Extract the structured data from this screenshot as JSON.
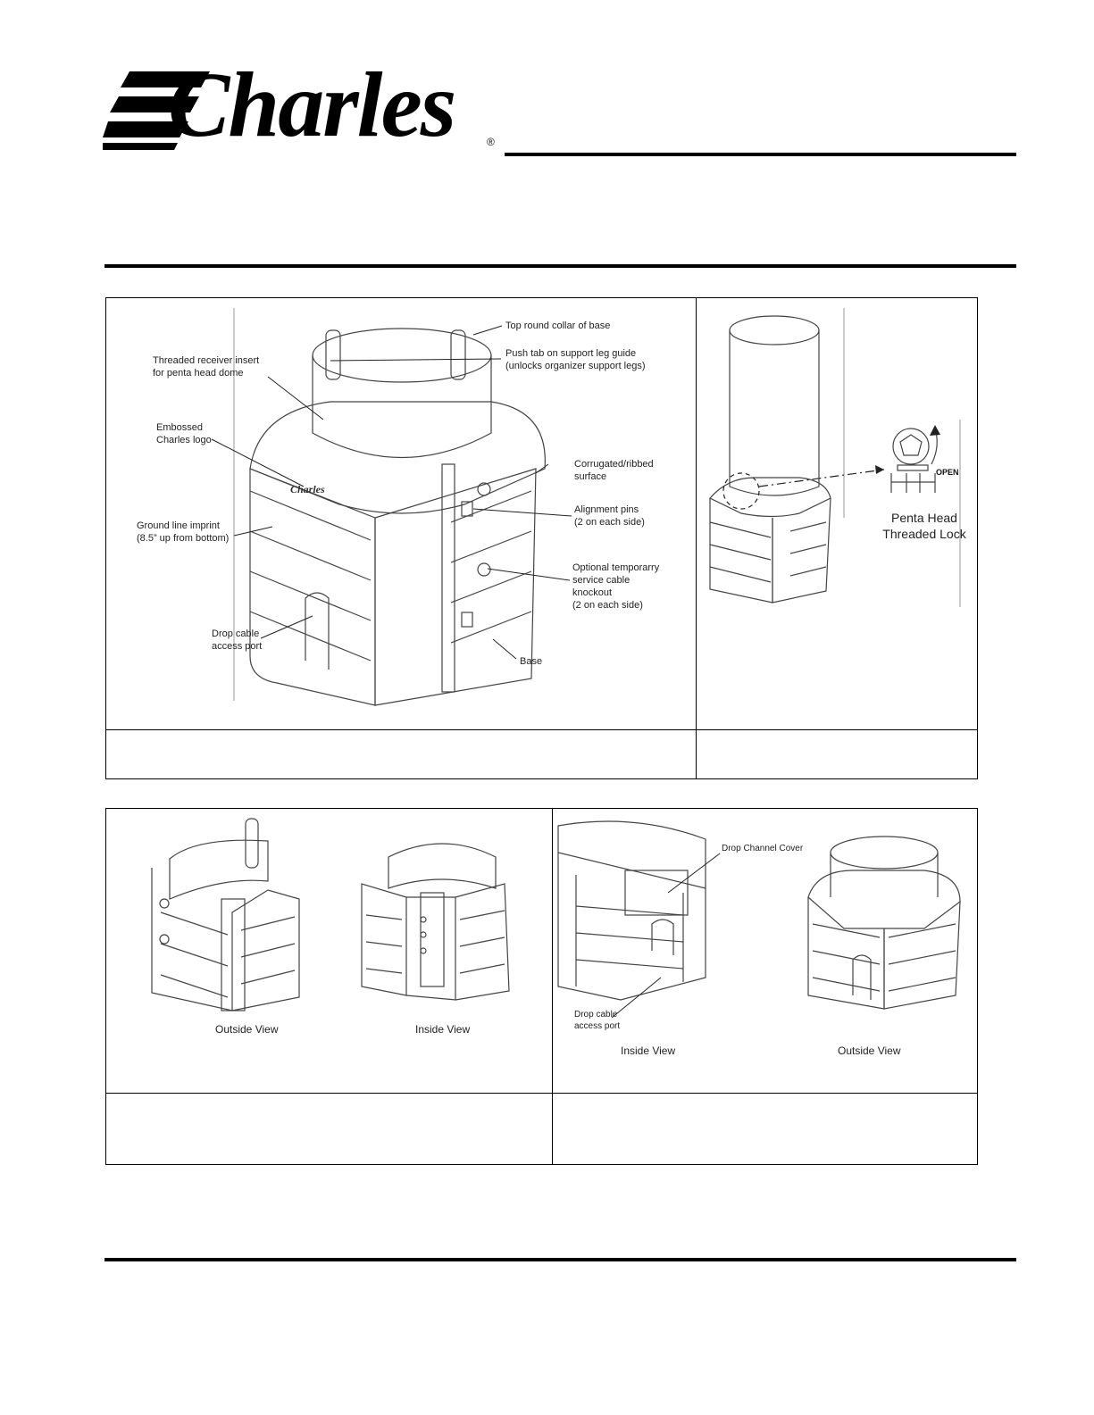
{
  "brand": {
    "logo_text": "Charles",
    "registered_mark": "®"
  },
  "figure1": {
    "callouts": {
      "top_collar": "Top round collar of base",
      "push_tab_1": "Push tab on support leg guide",
      "push_tab_2": "(unlocks organizer support legs)",
      "threaded_1": "Threaded receiver insert",
      "threaded_2": "for penta head dome",
      "embossed_1": "Embossed",
      "embossed_2": "Charles logo",
      "corrugated_1": "Corrugated/ribbed",
      "corrugated_2": "surface",
      "ground_1": "Ground line imprint",
      "ground_2": "(8.5” up from bottom)",
      "alignment_1": "Alignment pins",
      "alignment_2": "(2 on each side)",
      "optional_1": "Optional  temporarry",
      "optional_2": "service cable",
      "optional_3": "knockout",
      "optional_4": "(2 on each side)",
      "drop_1": "Drop cable",
      "drop_2": "access port",
      "base": "Base"
    },
    "side_panel": {
      "penta_1": "Penta Head",
      "penta_2": "Threaded Lock",
      "open_label": "OPEN"
    }
  },
  "figure2": {
    "left_outside": "Outside View",
    "left_inside": "Inside View",
    "drop_channel_cover": "Drop Channel Cover",
    "drop_cable_1": "Drop cable",
    "drop_cable_2": "access port",
    "right_inside": "Inside View",
    "right_outside": "Outside View"
  }
}
